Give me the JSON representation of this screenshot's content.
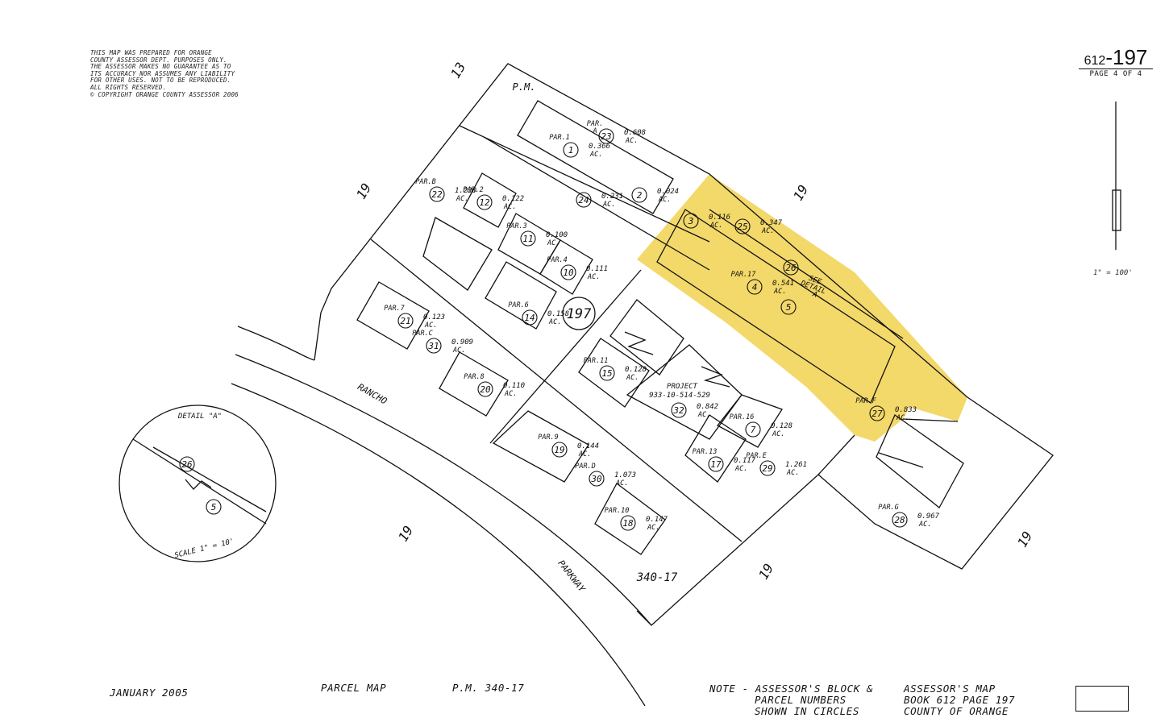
{
  "disclaimer": [
    "THIS MAP WAS PREPARED FOR ORANGE",
    "COUNTY ASSESSOR DEPT. PURPOSES ONLY.",
    "THE ASSESSOR MAKES NO GUARANTEE AS TO",
    "ITS ACCURACY NOR ASSUMES ANY LIABILITY",
    "FOR OTHER USES.  NOT TO BE REPRODUCED.",
    "ALL RIGHTS RESERVED.",
    "© COPYRIGHT ORANGE COUNTY ASSESSOR 2006"
  ],
  "header": {
    "book": "612",
    "dash": "-",
    "page": "197",
    "page_of": "PAGE 4 OF 4"
  },
  "scale_label": "1\" = 100'",
  "footer": {
    "date": "JANUARY 2005",
    "map_type": "PARCEL MAP",
    "pm_ref": "P.M. 340-17",
    "note": [
      "NOTE - ASSESSOR'S BLOCK &",
      "PARCEL NUMBERS",
      "SHOWN IN CIRCLES"
    ],
    "assessor": [
      "ASSESSOR'S MAP",
      "BOOK 612 PAGE 197",
      "COUNTY OF ORANGE"
    ]
  },
  "map": {
    "highlight_color": "#f3d86a",
    "block_number": "197",
    "labels": {
      "tract_13": "13",
      "pm": "P.M.",
      "n19_a": "19",
      "n19_b": "19",
      "n19_c": "19",
      "n19_d": "19",
      "n19_e": "19",
      "rancho": "RANCHO",
      "parkway": "PARKWAY",
      "pm_340": "340-17",
      "see_detail": "SEE",
      "detail_a": "DETAIL",
      "detail_a2": "A",
      "project": "PROJECT",
      "project_no": "933-10-514-529",
      "detail_title": "DETAIL \"A\"",
      "detail_scale": "SCALE 1\" = 10'"
    },
    "parcels": [
      {
        "num": "23",
        "name": "PAR.",
        "name2": "A",
        "area": "0.608",
        "unit": "AC."
      },
      {
        "num": "1",
        "name": "PAR.1",
        "area": "0.366",
        "unit": "AC."
      },
      {
        "num": "2",
        "name": "",
        "area": "0.024",
        "unit": "AC."
      },
      {
        "num": "24",
        "name": "",
        "area": "0.231",
        "unit": "AC."
      },
      {
        "num": "22",
        "name": "PAR.B",
        "area": "1.220",
        "unit": "AC."
      },
      {
        "num": "12",
        "name": "PAR.2",
        "area": "0.122",
        "unit": "AC."
      },
      {
        "num": "11",
        "name": "PAR.3",
        "area": "0.100",
        "unit": "AC."
      },
      {
        "num": "10",
        "name": "PAR.4",
        "area": "0.111",
        "unit": "AC."
      },
      {
        "num": "14",
        "name": "PAR.6",
        "area": "0.158",
        "unit": "AC."
      },
      {
        "num": "21",
        "name": "PAR.7",
        "area": "0.123",
        "unit": "AC."
      },
      {
        "num": "31",
        "name": "PAR.C",
        "area": "0.909",
        "unit": "AC."
      },
      {
        "num": "20",
        "name": "PAR.8",
        "area": "0.110",
        "unit": "AC."
      },
      {
        "num": "3",
        "name": "",
        "area": "0.116",
        "unit": "AC."
      },
      {
        "num": "25",
        "name": "",
        "area": "0.347",
        "unit": "AC."
      },
      {
        "num": "26",
        "name": "",
        "area": "",
        "unit": ""
      },
      {
        "num": "4",
        "name": "PAR.17",
        "area": "0.541",
        "unit": "AC."
      },
      {
        "num": "5",
        "name": "",
        "area": "",
        "unit": ""
      },
      {
        "num": "27",
        "name": "PAR.F",
        "area": "0.833",
        "unit": "AC."
      },
      {
        "num": "15",
        "name": "PAR.11",
        "area": "0.128",
        "unit": "AC."
      },
      {
        "num": "32",
        "name": "",
        "area": "0.842",
        "unit": "AC."
      },
      {
        "num": "7",
        "name": "PAR.16",
        "area": "0.128",
        "unit": "AC."
      },
      {
        "num": "17",
        "name": "PAR.13",
        "area": "0.117",
        "unit": "AC."
      },
      {
        "num": "29",
        "name": "PAR.E",
        "area": "1.261",
        "unit": "AC."
      },
      {
        "num": "19",
        "name": "PAR.9",
        "area": "0.144",
        "unit": "AC."
      },
      {
        "num": "30",
        "name": "PAR.D",
        "area": "1.073",
        "unit": "AC."
      },
      {
        "num": "18",
        "name": "PAR.10",
        "area": "0.147",
        "unit": "AC."
      },
      {
        "num": "28",
        "name": "PAR.G",
        "area": "0.967",
        "unit": "AC."
      }
    ],
    "detail_parcels": [
      "26",
      "5"
    ]
  }
}
